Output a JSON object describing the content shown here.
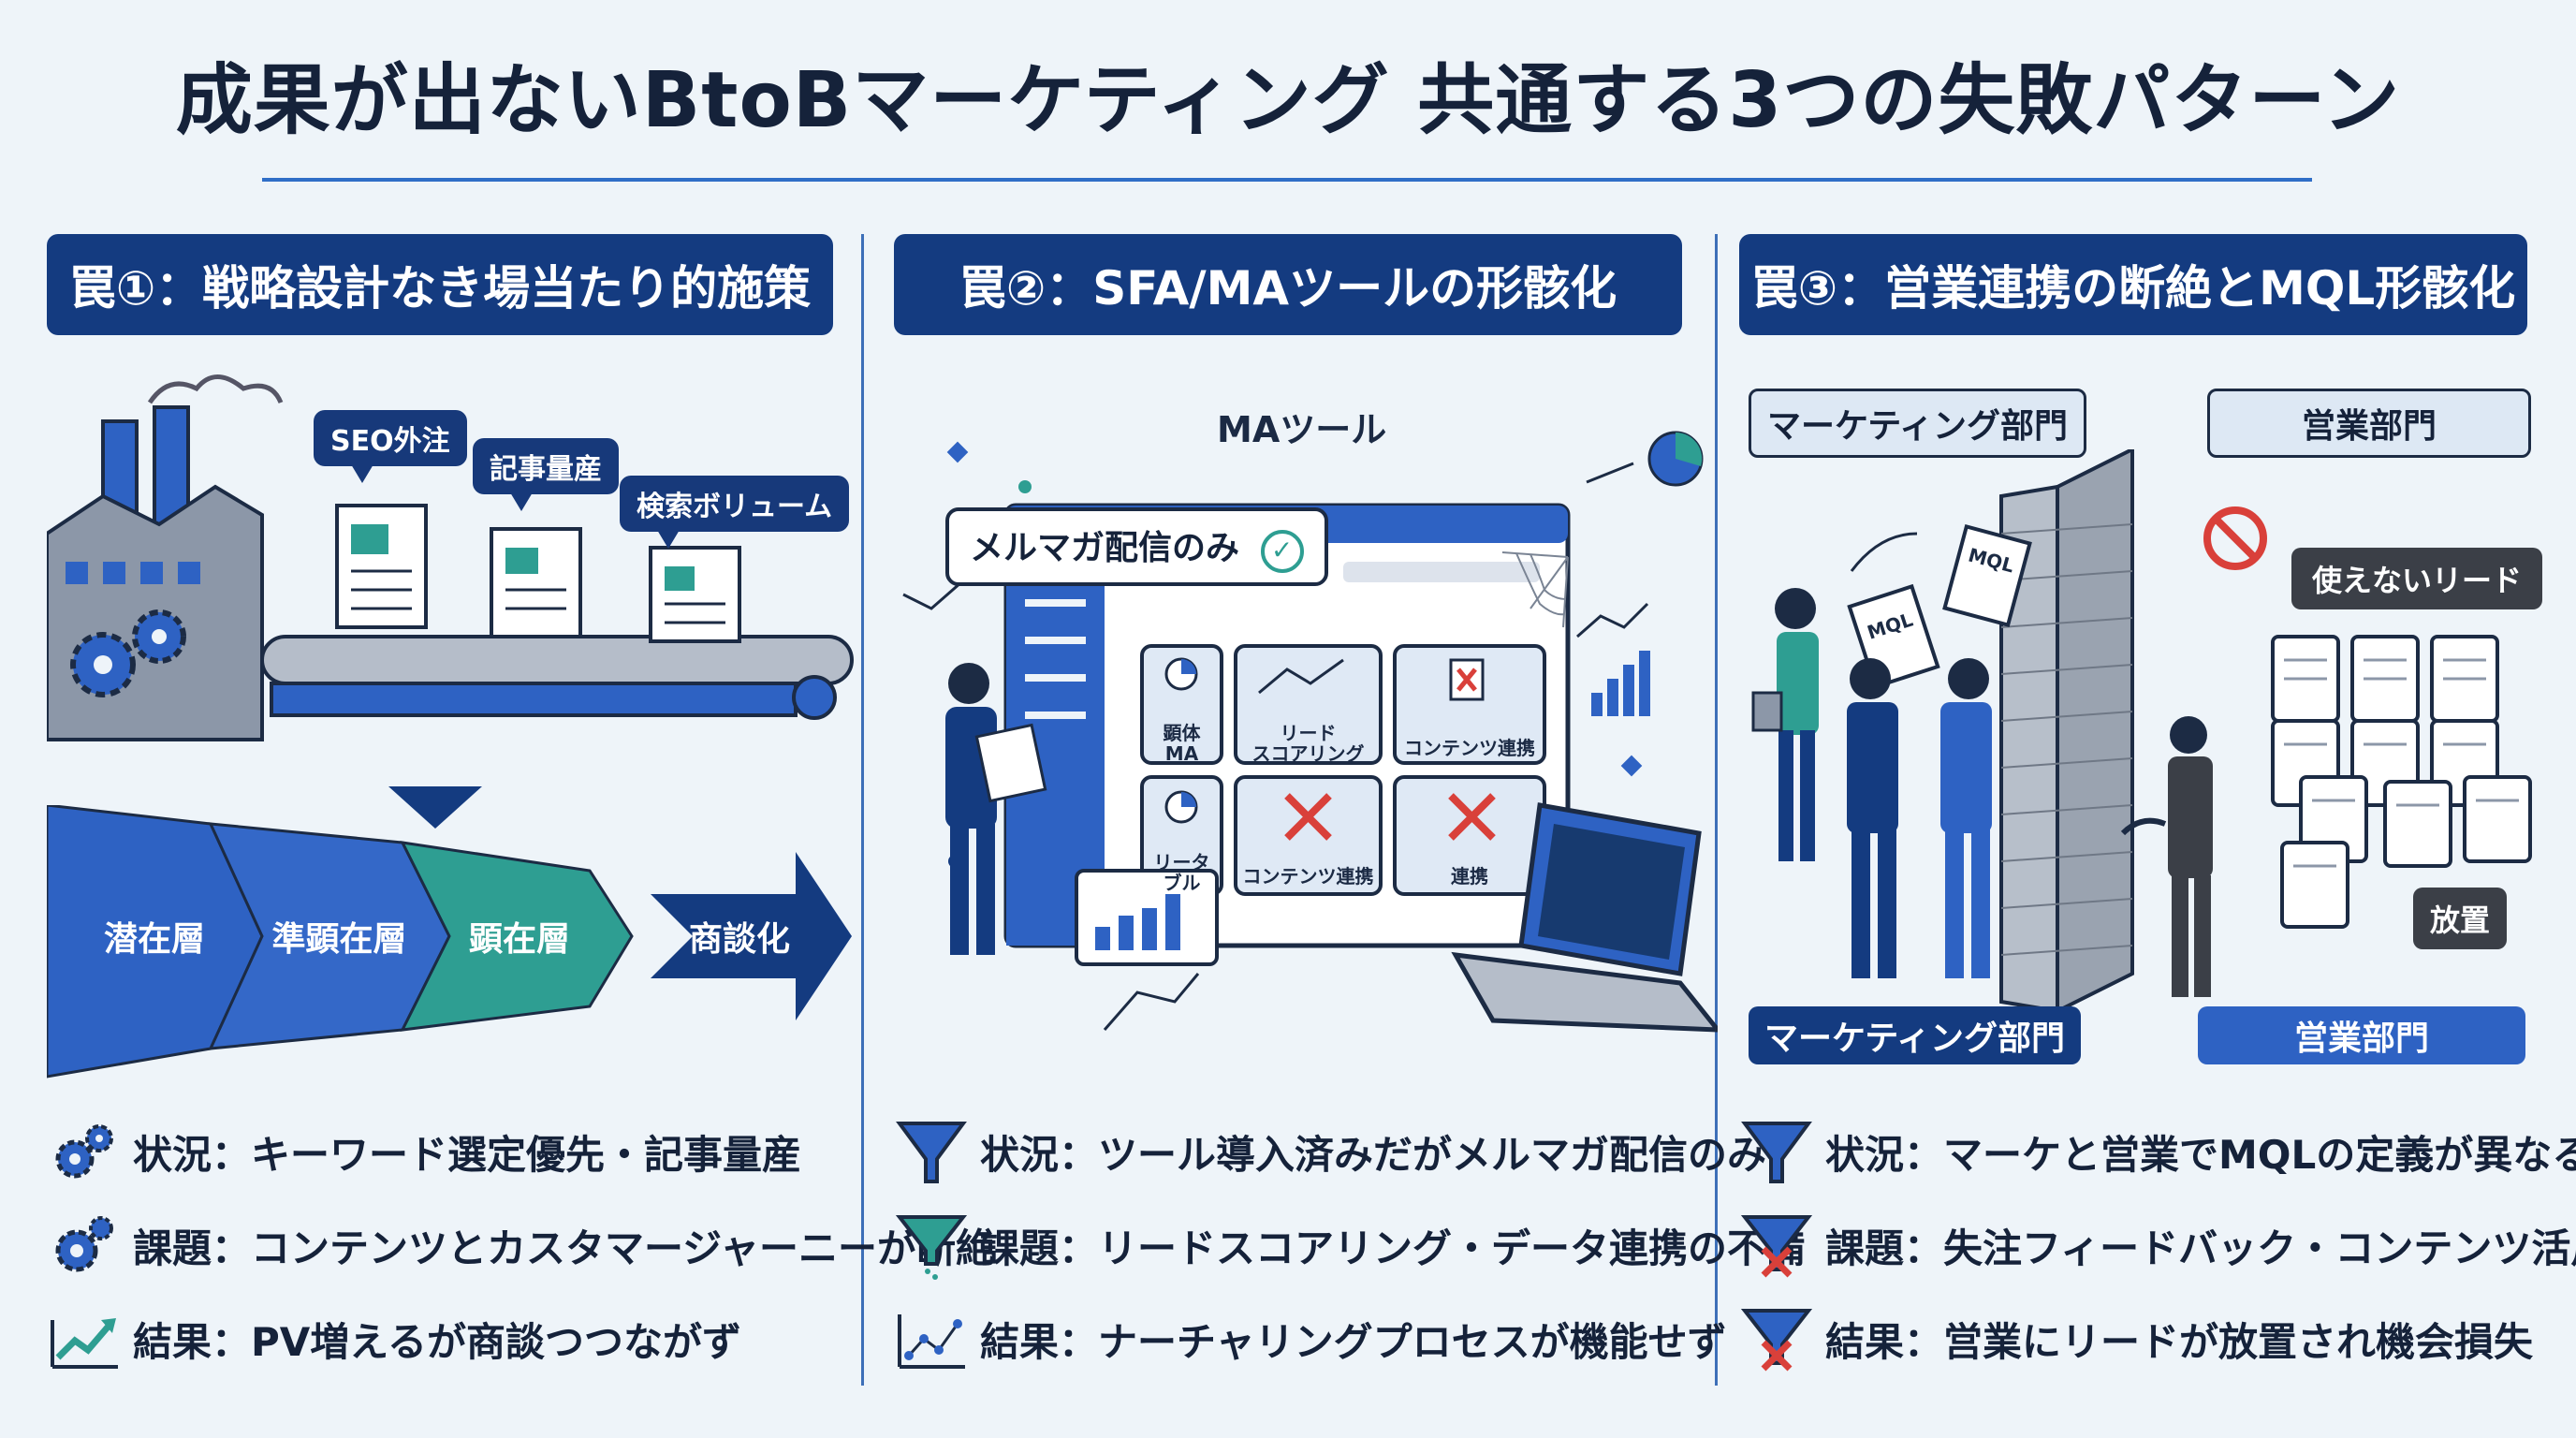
{
  "title": "成果が出ないBtoBマーケティング 共通する3つの失敗パターン",
  "columns": [
    {
      "header": "罠①：戦略設計なき場当たり的施策",
      "callouts": [
        "SEO外注",
        "記事量産",
        "検索ボリューム"
      ],
      "funnel_stages": [
        "潜在層",
        "準顕在層",
        "顕在層",
        "商談化"
      ],
      "items": [
        {
          "icon": "gears-icon",
          "text": "状況：キーワード選定優先・記事量産"
        },
        {
          "icon": "gear-icon",
          "text": "課題：コンテンツとカスタマージャーニーが断絶"
        },
        {
          "icon": "trend-up-icon",
          "text": "結果：PV増えるが商談つつながず"
        }
      ]
    },
    {
      "header": "罠②：SFA/MAツールの形骸化",
      "tool_title": "MAツール",
      "bubble": "メルマガ配信のみ",
      "tiles": [
        "顕体\nMA",
        "リード\nスコアリング",
        "コンテンツ連携",
        "リータ\nブル",
        "コンテンツ連携",
        "連携"
      ],
      "items": [
        {
          "icon": "funnel-icon",
          "text": "状況：ツール導入済みだがメルマガ配信のみ"
        },
        {
          "icon": "leaking-funnel-icon",
          "text": "課題：リードスコアリング・データ連携の不備"
        },
        {
          "icon": "line-chart-icon",
          "text": "結果：ナーチャリングプロセスが機能せず"
        }
      ]
    },
    {
      "header": "罠③：営業連携の断絶とMQL形骸化",
      "dept_top_left": "マーケティング部門",
      "dept_top_right": "営業部門",
      "doc_label": "MQL",
      "unusable_tag": "使えないリード",
      "abandoned_tag": "放置",
      "dept_bottom_left": "マーケティング部門",
      "dept_bottom_right": "営業部門",
      "items": [
        {
          "icon": "funnel-icon",
          "text": "状況：マーケと営業でMQLの定義が異なる"
        },
        {
          "icon": "funnel-x-icon",
          "text": "課題：失注フィードバック・コンテンツ活用不足"
        },
        {
          "icon": "funnel-x-icon",
          "text": "結果：営業にリードが放置され機会損失"
        }
      ]
    }
  ],
  "colors": {
    "navy": "#143b80",
    "blue": "#2e62c3",
    "teal": "#2e9e92",
    "red": "#d9403a",
    "background": "#eef4f9"
  }
}
